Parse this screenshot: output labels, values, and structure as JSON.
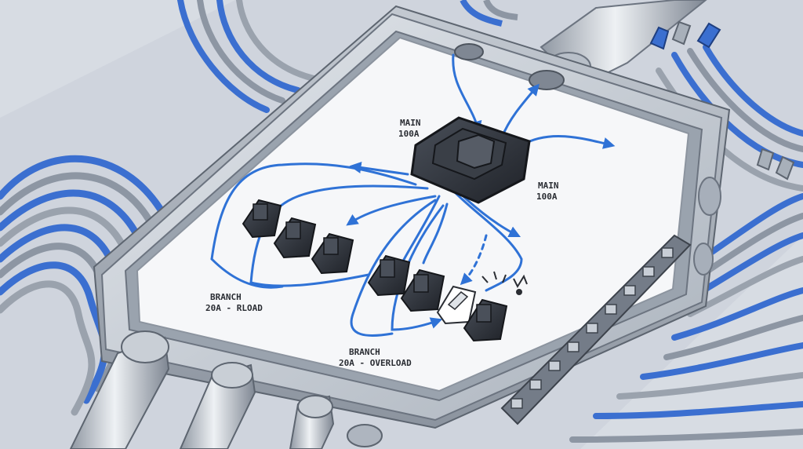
{
  "labels": {
    "main_top": [
      "MAIN",
      "100A"
    ],
    "main_right": [
      "MAIN",
      "100A"
    ],
    "branch_left": [
      "BRANCH",
      "20A - RLOAD"
    ],
    "branch_bottom": [
      "BRANCH",
      "20A - OVERLOAD"
    ]
  },
  "colors": {
    "wire_blue": "#3b6fd0",
    "wire_gray": "#8d96a3",
    "flow_arrow": "#2f72d6",
    "panel_face": "#f6f7f9",
    "enclosure_metal": "#b9c0c9",
    "breaker_body": "#2b2f36",
    "background": "#dfe4ea"
  },
  "icons": {
    "main_breaker": "main-breaker-icon",
    "branch_breaker": "branch-breaker-icon",
    "tripped_breaker": "tripped-breaker-icon",
    "wire_nut": "wire-nut-icon",
    "terminal_bar": "terminal-bar-icon",
    "conduit": "conduit-icon",
    "spark": "spark-icon"
  }
}
